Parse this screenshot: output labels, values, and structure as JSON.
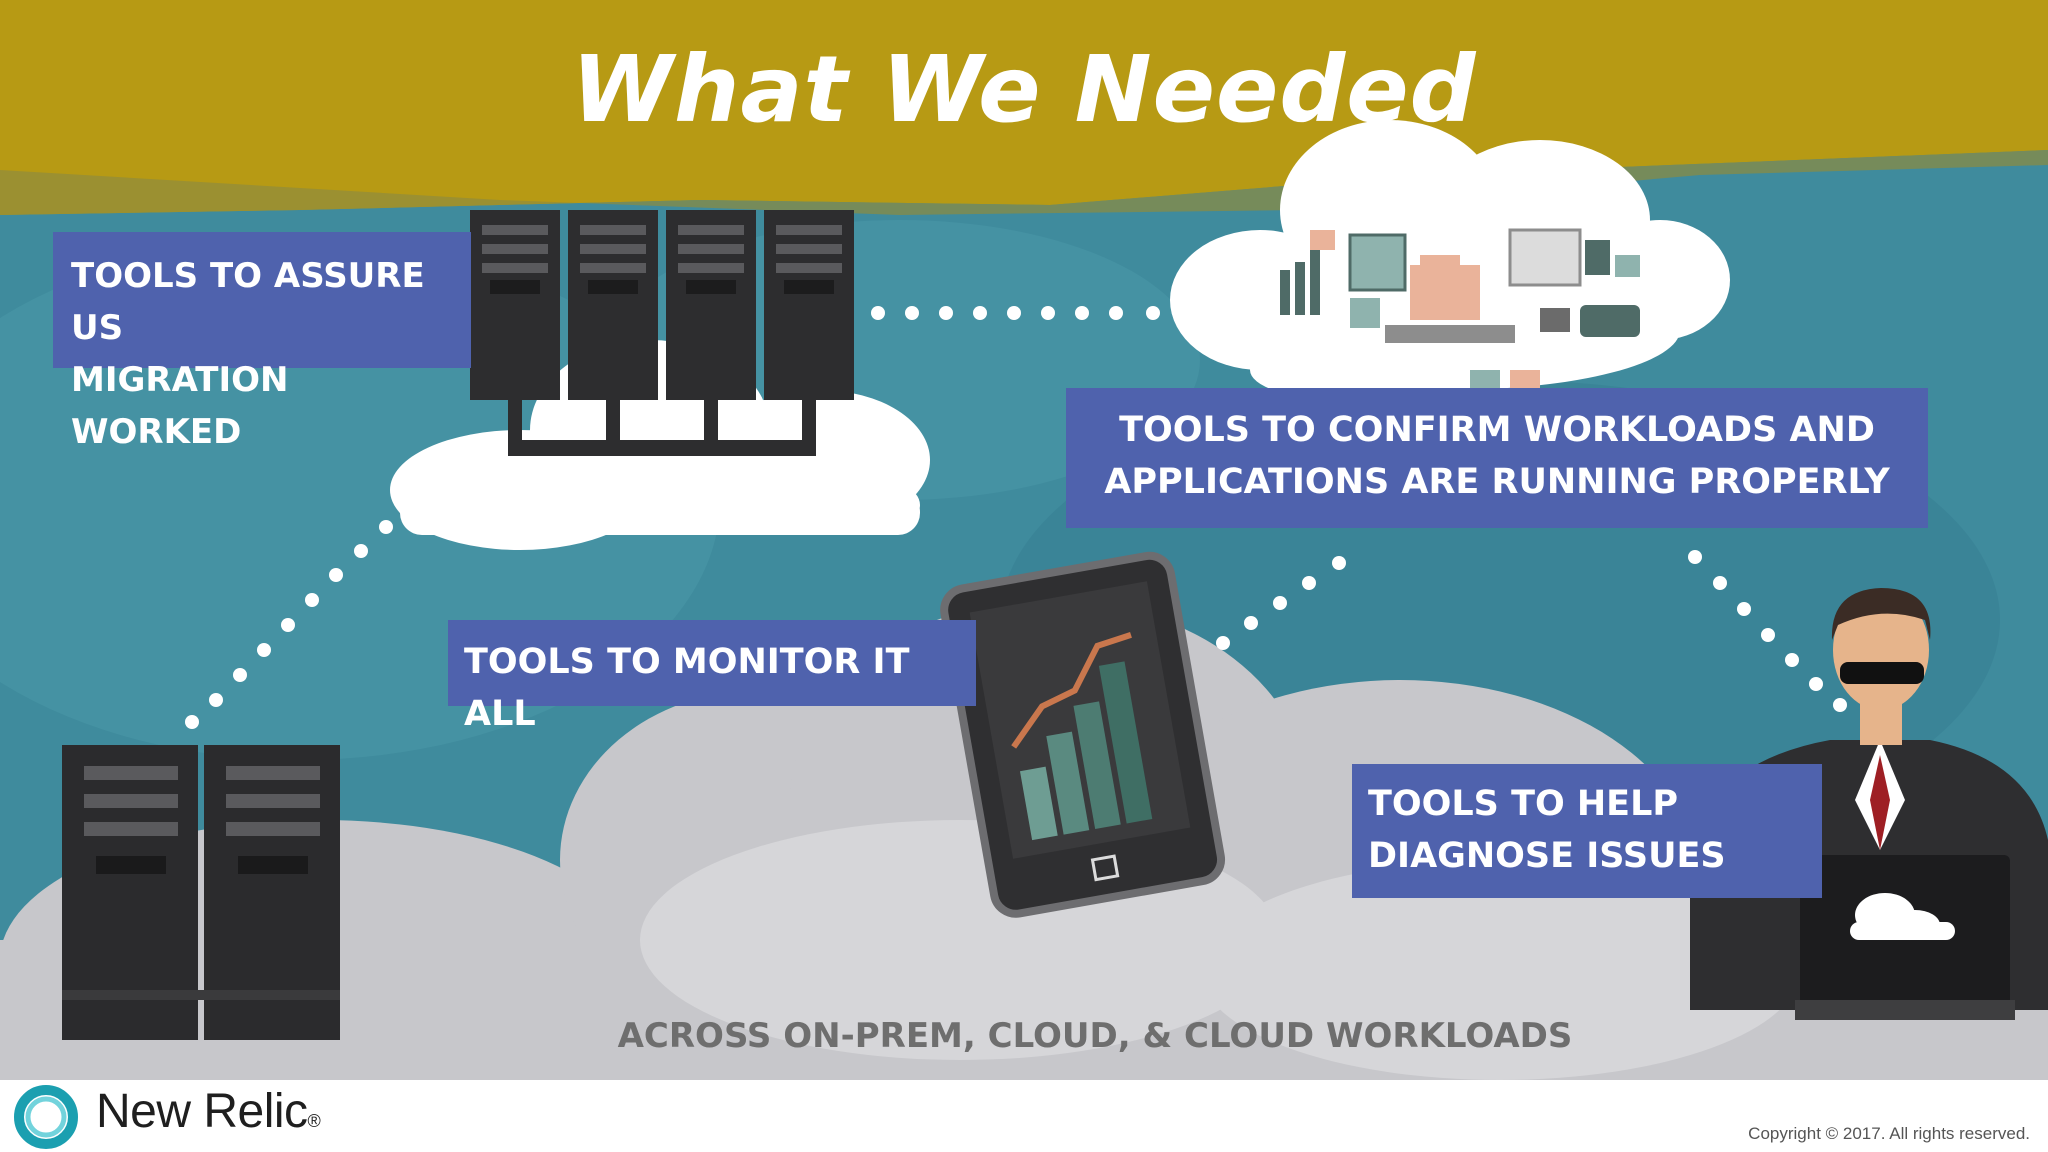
{
  "slide": {
    "title": "What We Needed",
    "labels": {
      "assure": [
        "TOOLS TO ASSURE US",
        "MIGRATION WORKED"
      ],
      "confirm": [
        "TOOLS TO CONFIRM WORKLOADS AND",
        "APPLICATIONS ARE RUNNING PROPERLY"
      ],
      "monitor": [
        "TOOLS TO MONITOR IT ALL"
      ],
      "diagnose": [
        "TOOLS TO HELP",
        "DIAGNOSE ISSUES"
      ]
    },
    "footer_caption": "ACROSS ON-PREM, CLOUD, & CLOUD WORKLOADS"
  },
  "brand": {
    "name": "New Relic",
    "registered_mark": "®"
  },
  "copyright": "Copyright © 2017. All rights reserved.",
  "icons": [
    "server-rack-icon",
    "cloud-icon",
    "tablet-chart-icon",
    "cloud-apps-icon",
    "businessman-laptop-icon",
    "new-relic-logo-icon"
  ],
  "colors": {
    "banner": "#b79a14",
    "teal_background": "#3d8a9c",
    "label_blue": "#4f62ad",
    "cloud_grey": "#c9c9cc"
  }
}
